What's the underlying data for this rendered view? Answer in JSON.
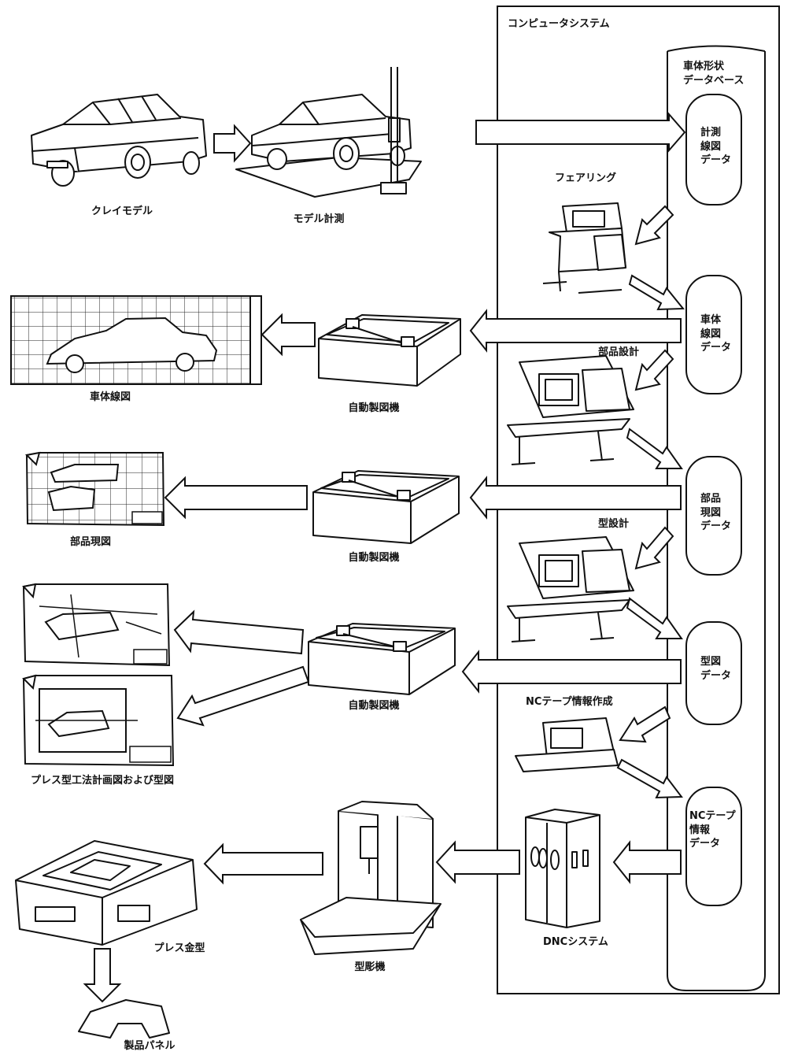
{
  "system": {
    "title": "コンピュータシステム",
    "database_title": "車体形状\nデータベース"
  },
  "databases": [
    {
      "label": "計測\n線図\nデータ"
    },
    {
      "label": "車体\n線図\nデータ"
    },
    {
      "label": "部品\n現図\nデータ"
    },
    {
      "label": "型図\nデータ"
    },
    {
      "label": "NCテープ\n情報\nデータ"
    }
  ],
  "processes": {
    "fairing": "フェアリング",
    "part_design": "部品設計",
    "die_design": "型設計",
    "nc_tape_creation": "NCテープ情報作成",
    "dnc_system": "DNCシステム"
  },
  "outputs": {
    "clay_model": "クレイモデル",
    "model_measurement": "モデル計測",
    "body_lines": "車体線図",
    "plotter_1": "自動製図機",
    "part_drawing": "部品現図",
    "plotter_2": "自動製図機",
    "plotter_3": "自動製図機",
    "press_die_plan": "プレス型工法計画図および型図",
    "milling_machine": "型彫機",
    "press_die": "プレス金型",
    "product_panel": "製品パネル"
  }
}
